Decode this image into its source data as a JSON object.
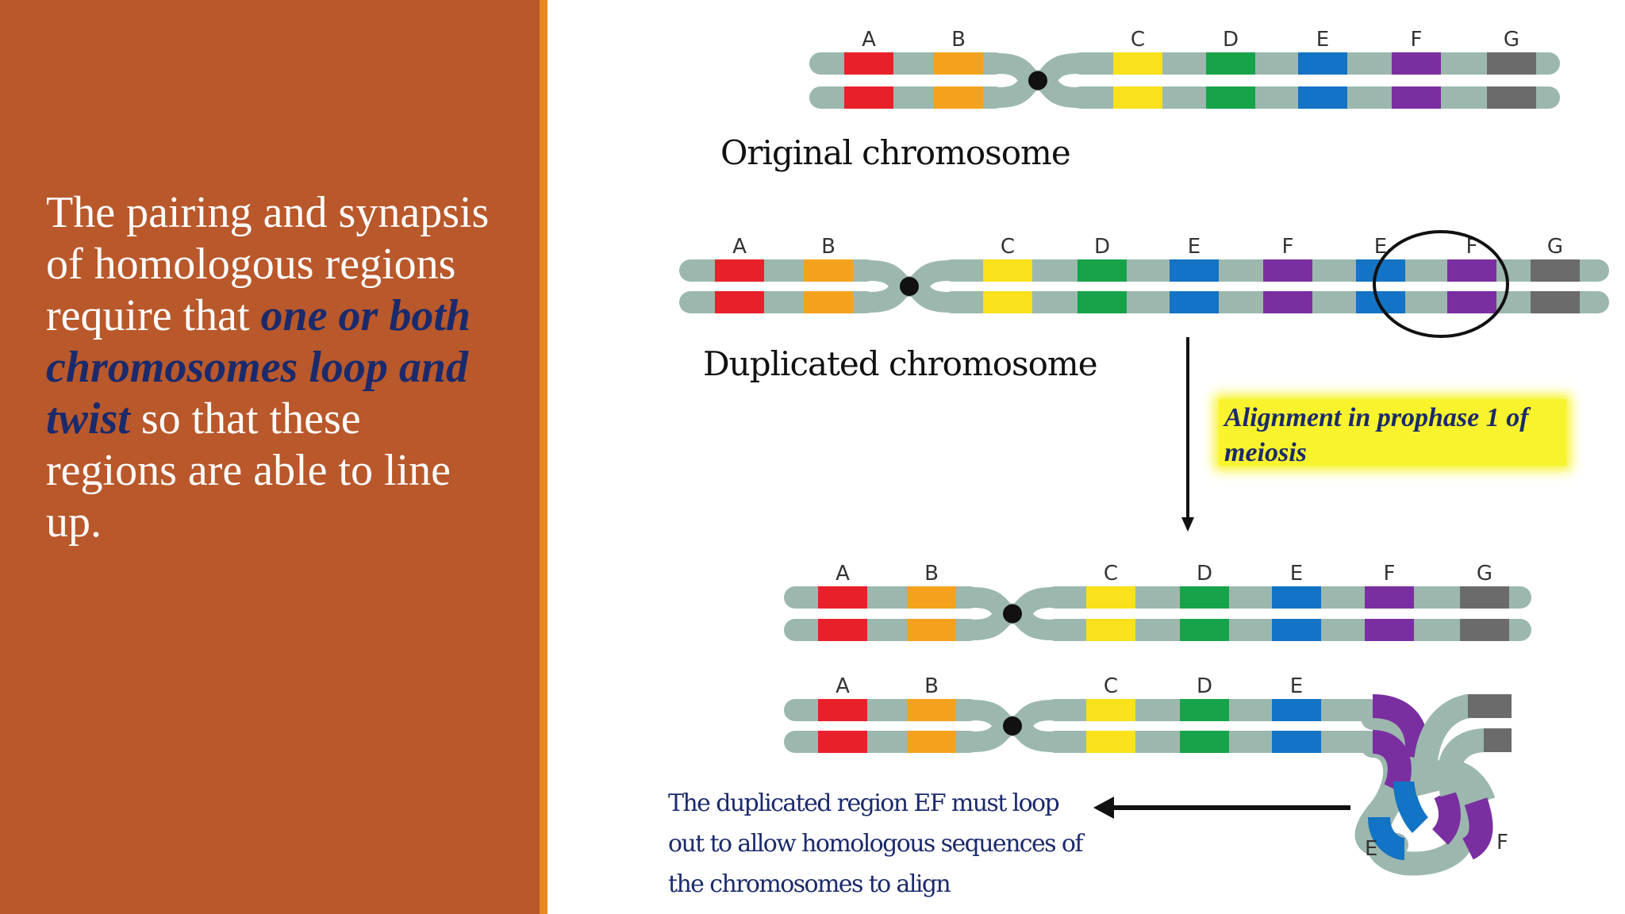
{
  "slide": {
    "text_part1": "The pairing and synapsis of homologous regions require that ",
    "text_emphasis": "one or both chromosomes loop and twist",
    "text_part2": " so that these regions are able to line up."
  },
  "diagram": {
    "original_title": "Original chromosome",
    "duplicated_title": "Duplicated chromosome",
    "callout": "Alignment in prophase 1 of meiosis",
    "loop_note": "The duplicated region EF must loop out to allow homologous sequences of the chromosomes to align",
    "loop_end_labels": [
      "E",
      "F"
    ]
  },
  "chromosomes": [
    {
      "name": "original",
      "genes": [
        "A",
        "B",
        "C",
        "D",
        "E",
        "F",
        "G"
      ]
    },
    {
      "name": "duplicated",
      "genes": [
        "A",
        "B",
        "C",
        "D",
        "E",
        "F",
        "E",
        "F",
        "G"
      ],
      "circled": [
        "E",
        "F"
      ]
    },
    {
      "name": "aligned-original",
      "genes": [
        "A",
        "B",
        "C",
        "D",
        "E",
        "F",
        "G"
      ]
    },
    {
      "name": "aligned-duplicated",
      "genes": [
        "A",
        "B",
        "C",
        "D",
        "E",
        "F",
        "G"
      ]
    }
  ],
  "colors": {
    "panel": "#b9582b",
    "accent": "#e8891f",
    "emphasis_text": "#1a2a6c",
    "highlight": "#f8f32c",
    "chromosome_body": "#9cb8ae",
    "A": "#e8202a",
    "B": "#f4a21d",
    "C": "#f9e11b",
    "D": "#17a34a",
    "E": "#1373c4",
    "F": "#7a2fa0",
    "G": "#6b6b6b"
  }
}
